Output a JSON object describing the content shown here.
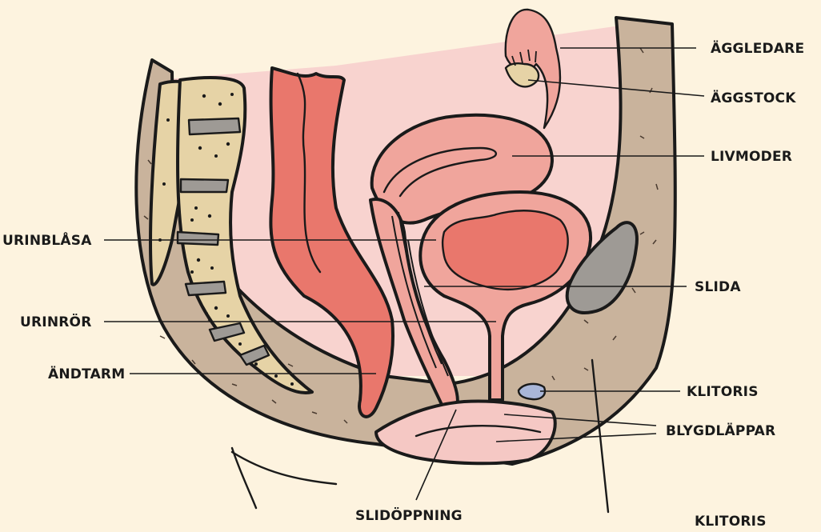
{
  "labels": {
    "aggledare": "ÄGGLEDARE",
    "aggstock": "ÄGGSTOCK",
    "livmoder": "LIVMODER",
    "urinblasa": "URINBLÅSA",
    "slida": "SLIDA",
    "urinror": "URINRÖR",
    "andtarm": "ÄNDTARM",
    "klitoris": "KLITORIS",
    "blygdlappar": "BLYGDLÄPPAR",
    "slidoppning": "SLIDÖPPNING",
    "klitoris_bottom": "KLITORIS"
  },
  "colors": {
    "background": "#fdf3df",
    "tissue": "#c9b39c",
    "bone": "#e6d3a6",
    "disc": "#9e9a95",
    "pink_light": "#f5c8c4",
    "pink_mid": "#f0a59c",
    "red": "#e9776c",
    "outline": "#1a1a1a"
  }
}
